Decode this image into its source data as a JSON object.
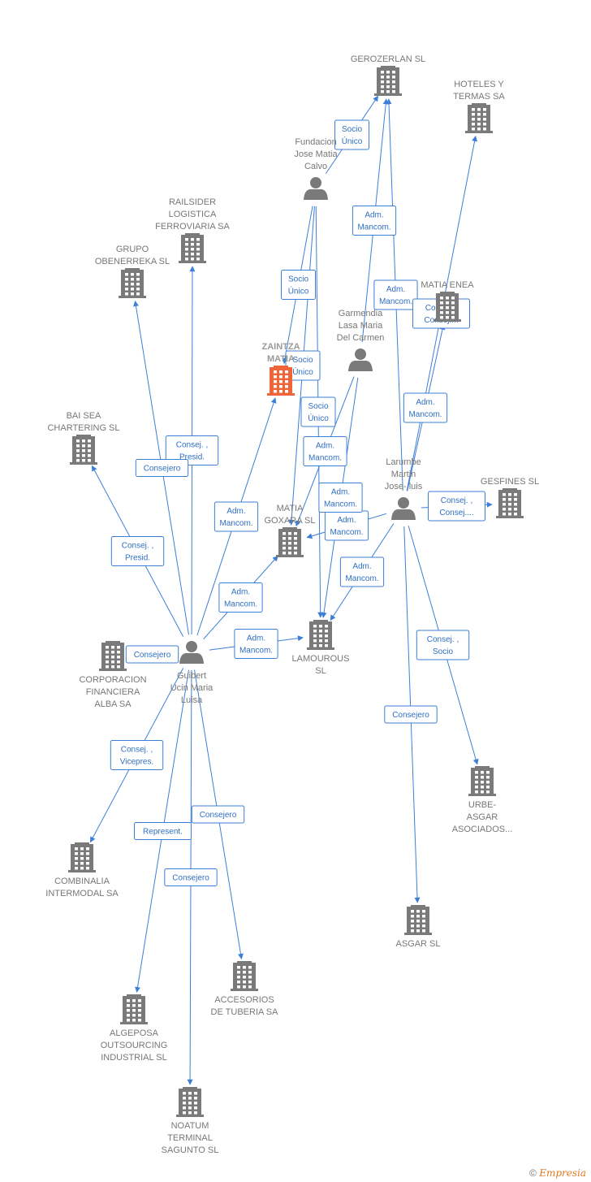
{
  "nodes": [
    {
      "id": "gerozerlan",
      "kind": "company",
      "label": [
        "GEROZERLAN SL"
      ]
    },
    {
      "id": "hoteles",
      "kind": "company",
      "label": [
        "HOTELES Y",
        "TERMAS SA"
      ]
    },
    {
      "id": "fundacion",
      "kind": "person",
      "label": [
        "Fundacion",
        "Jose Matia",
        "Calvo"
      ]
    },
    {
      "id": "railsider",
      "kind": "company",
      "label": [
        "RAILSIDER",
        "LOGISTICA",
        "FERROVIARIA SA"
      ]
    },
    {
      "id": "obenerreka",
      "kind": "company",
      "label": [
        "GRUPO",
        "OBENERREKA SL"
      ]
    },
    {
      "id": "matiaenea",
      "kind": "company",
      "label": [
        "MATIA ENEA"
      ]
    },
    {
      "id": "garmendia",
      "kind": "person",
      "label": [
        "Garmendia",
        "Lasa Maria",
        "Del Carmen"
      ]
    },
    {
      "id": "zaintza",
      "kind": "focus",
      "label": [
        "ZAINTZA",
        "MATIA"
      ]
    },
    {
      "id": "baisea",
      "kind": "company",
      "label": [
        "BAI SEA",
        "CHARTERING SL"
      ]
    },
    {
      "id": "larumbe",
      "kind": "person",
      "label": [
        "Larumbe",
        "Martin",
        "Jose- luis"
      ]
    },
    {
      "id": "gesfines",
      "kind": "company",
      "label": [
        "GESFINES  SL"
      ]
    },
    {
      "id": "matiagoxara",
      "kind": "company",
      "label": [
        "MATIA",
        "GOXARA  SL"
      ]
    },
    {
      "id": "lamourous",
      "kind": "company",
      "label": [
        "LAMOUROUS",
        "SL"
      ]
    },
    {
      "id": "corporacion",
      "kind": "company",
      "label": [
        "CORPORACION",
        "FINANCIERA",
        "ALBA SA"
      ]
    },
    {
      "id": "guibert",
      "kind": "person",
      "label": [
        "Guibert",
        "Ucin Maria",
        "Luisa"
      ]
    },
    {
      "id": "urbe",
      "kind": "company",
      "label": [
        "URBE-",
        "ASGAR",
        "ASOCIADOS..."
      ]
    },
    {
      "id": "combinalia",
      "kind": "company",
      "label": [
        "COMBINALIA",
        "INTERMODAL SA"
      ]
    },
    {
      "id": "asgar",
      "kind": "company",
      "label": [
        "ASGAR SL"
      ]
    },
    {
      "id": "accesorios",
      "kind": "company",
      "label": [
        "ACCESORIOS",
        "DE TUBERIA SA"
      ]
    },
    {
      "id": "algeposa",
      "kind": "company",
      "label": [
        "ALGEPOSA",
        "OUTSOURCING",
        "INDUSTRIAL SL"
      ]
    },
    {
      "id": "noatum",
      "kind": "company",
      "label": [
        "NOATUM",
        "TERMINAL",
        "SAGUNTO  SL"
      ]
    }
  ],
  "edges": [
    {
      "from": "fundacion",
      "to": "gerozerlan",
      "label": [
        "Socio",
        "Único"
      ]
    },
    {
      "from": "garmendia",
      "to": "gerozerlan",
      "label": [
        "Adm.",
        "Mancom."
      ]
    },
    {
      "from": "larumbe",
      "to": "gerozerlan",
      "label": [
        "Adm.",
        "Mancom."
      ]
    },
    {
      "from": "larumbe",
      "to": "hoteles",
      "label": [
        "Consej. ,",
        "Consej...."
      ]
    },
    {
      "from": "fundacion",
      "to": "zaintza",
      "label": [
        "Socio",
        "Único"
      ]
    },
    {
      "from": "fundacion",
      "to": "matiagoxara",
      "label": [
        "Socio",
        "Único"
      ]
    },
    {
      "from": "fundacion",
      "to": "lamourous",
      "label": [
        "Socio",
        "Único"
      ]
    },
    {
      "from": "garmendia",
      "to": "matiagoxara",
      "label": [
        "Adm.",
        "Mancom."
      ]
    },
    {
      "from": "larumbe",
      "to": "matiaenea",
      "label": [
        "Adm.",
        "Mancom."
      ]
    },
    {
      "from": "larumbe",
      "to": "matiagoxara",
      "label": [
        "Adm.",
        "Mancom."
      ]
    },
    {
      "from": "larumbe",
      "to": "lamourous",
      "label": [
        "Adm.",
        "Mancom."
      ]
    },
    {
      "from": "garmendia",
      "to": "lamourous",
      "label": [
        "Adm.",
        "Mancom."
      ]
    },
    {
      "from": "larumbe",
      "to": "gesfines",
      "label": [
        "Consej. ,",
        "Consej...."
      ]
    },
    {
      "from": "larumbe",
      "to": "urbe",
      "label": [
        "Consej. ,",
        "Socio"
      ]
    },
    {
      "from": "larumbe",
      "to": "asgar",
      "label": [
        "Consejero"
      ]
    },
    {
      "from": "guibert",
      "to": "railsider",
      "label": [
        "Consej. ,",
        "Presid."
      ]
    },
    {
      "from": "guibert",
      "to": "obenerreka",
      "label": [
        "Consejero"
      ]
    },
    {
      "from": "guibert",
      "to": "baisea",
      "label": [
        "Consej. ,",
        "Presid."
      ]
    },
    {
      "from": "guibert",
      "to": "zaintza",
      "label": [
        "Adm.",
        "Mancom."
      ]
    },
    {
      "from": "guibert",
      "to": "matiagoxara",
      "label": [
        "Adm.",
        "Mancom."
      ]
    },
    {
      "from": "guibert",
      "to": "lamourous",
      "label": [
        "Adm.",
        "Mancom."
      ]
    },
    {
      "from": "guibert",
      "to": "corporacion",
      "label": [
        "Consejero"
      ]
    },
    {
      "from": "guibert",
      "to": "combinalia",
      "label": [
        "Consej. ,",
        "Vicepres."
      ]
    },
    {
      "from": "guibert",
      "to": "algeposa",
      "label": [
        "Represent."
      ]
    },
    {
      "from": "guibert",
      "to": "accesorios",
      "label": [
        "Consejero"
      ]
    },
    {
      "from": "guibert",
      "to": "noatum",
      "label": [
        "Consejero"
      ]
    }
  ],
  "footer": {
    "copyright": "©",
    "brand": "Empresia"
  },
  "colors": {
    "edge": "#3d7fd6",
    "building": "#7a7a7a",
    "focus": "#f0643a",
    "person": "#7a7a7a"
  }
}
